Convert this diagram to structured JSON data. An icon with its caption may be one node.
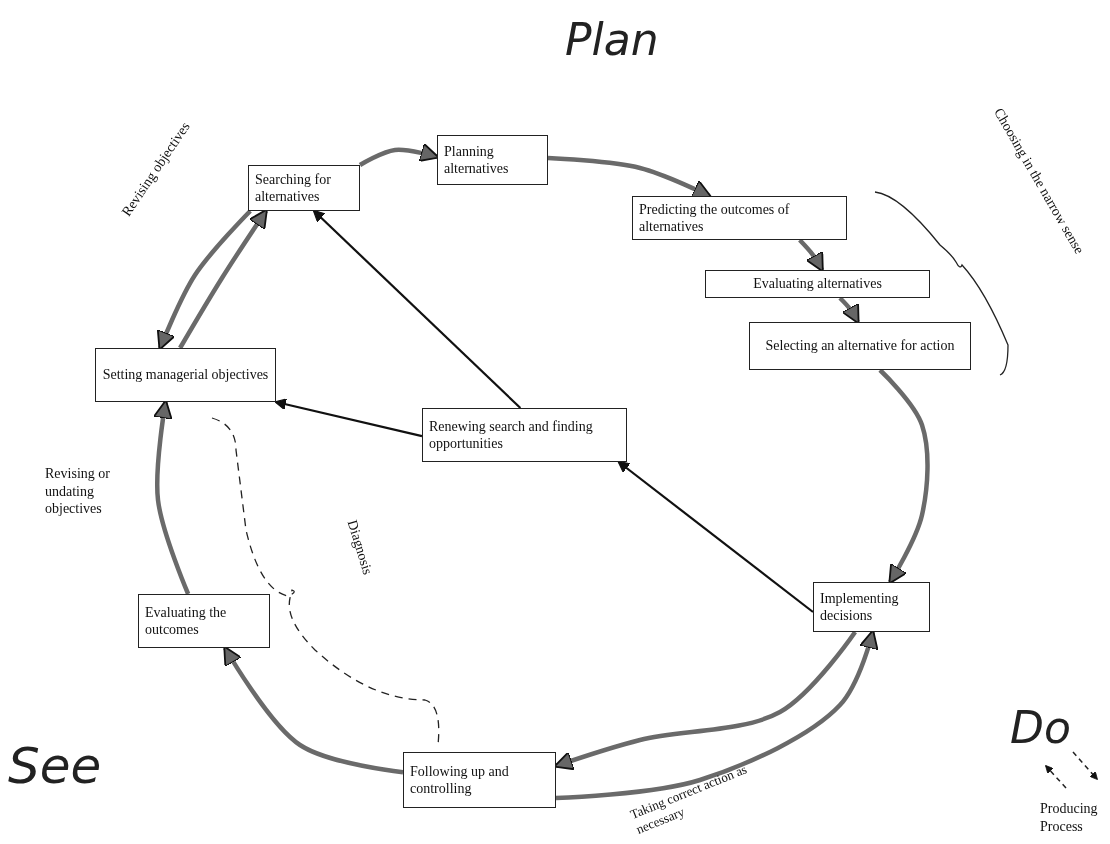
{
  "diagram": {
    "nodes": [
      {
        "text": [
          "Searching for alternatives"
        ]
      },
      {
        "text": [
          "Planning alternatives"
        ]
      },
      {
        "text": [
          "Predicting the outcomes of alternatives"
        ]
      },
      {
        "text": [
          "Evaluating alternatives"
        ]
      },
      {
        "text": [
          "Selecting an alternative for action"
        ]
      },
      {
        "text": [
          "Setting managerial objectives"
        ]
      },
      {
        "text": [
          "Renewing search and finding opportunities"
        ]
      },
      {
        "text": [
          "Implementing decisions"
        ]
      },
      {
        "text": [
          "Evaluating the outcomes"
        ]
      },
      {
        "text": [
          "Following up and controlling"
        ]
      }
    ],
    "edges": [
      {
        "from": 0,
        "to": 1,
        "arrow": "to"
      },
      {
        "from": 1,
        "to": 2,
        "arrow": "to"
      },
      {
        "from": 2,
        "to": 3,
        "arrow": "to"
      },
      {
        "from": 3,
        "to": 4,
        "arrow": "to"
      },
      {
        "from": 4,
        "to": 7,
        "arrow": "to"
      },
      {
        "from": 7,
        "to": 6,
        "arrow": "to",
        "color": "#111111"
      },
      {
        "from": 6,
        "to": 0,
        "arrow": "to",
        "color": "#111111"
      },
      {
        "from": 6,
        "to": 5,
        "arrow": "to",
        "color": "#111111"
      },
      {
        "from": 0,
        "to": 5,
        "arrow": "to"
      },
      {
        "from": 5,
        "to": 0,
        "arrow": "to"
      },
      {
        "from": 7,
        "to": 9,
        "arrow": "to"
      },
      {
        "from": 9,
        "to": 7,
        "arrow": "to"
      },
      {
        "from": 9,
        "to": 8,
        "arrow": "to"
      },
      {
        "from": 8,
        "to": 5,
        "arrow": "to"
      }
    ],
    "labels": [
      "Plan",
      "Choosing in the narrow sense",
      "Revising objectives",
      "Revising or undating objectives",
      "Diagnosis",
      "See",
      "Do",
      "Taking correct action as necessary",
      "Producing Process"
    ]
  }
}
